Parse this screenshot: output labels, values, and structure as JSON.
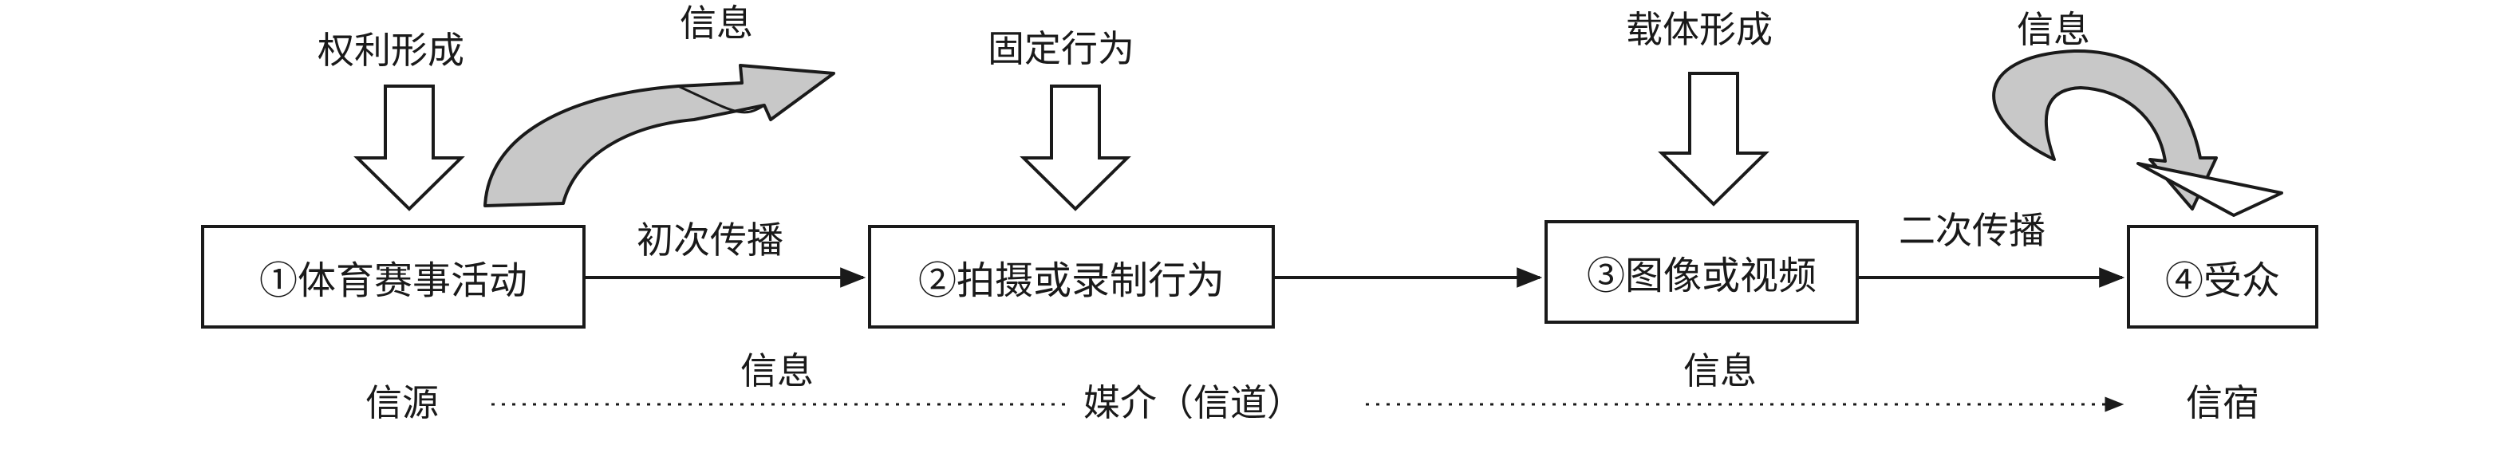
{
  "nodes": {
    "n1": "①体育赛事活动",
    "n2": "②拍摄或录制行为",
    "n3": "③图像或视频",
    "n4": "④受众"
  },
  "top_labels": {
    "rights": "权利形成",
    "fixed": "固定行为",
    "carrier": "载体形成",
    "info_left": "信息",
    "info_right": "信息"
  },
  "edge_labels": {
    "first": "初次传播",
    "second": "二次传播"
  },
  "bottom": {
    "source": "信源",
    "medium": "媒介（信道）",
    "sink": "信宿",
    "info_left": "信息",
    "info_right": "信息"
  },
  "colors": {
    "stroke": "#1a1a1a",
    "curved_arrow_fill": "#c8c8c8"
  }
}
